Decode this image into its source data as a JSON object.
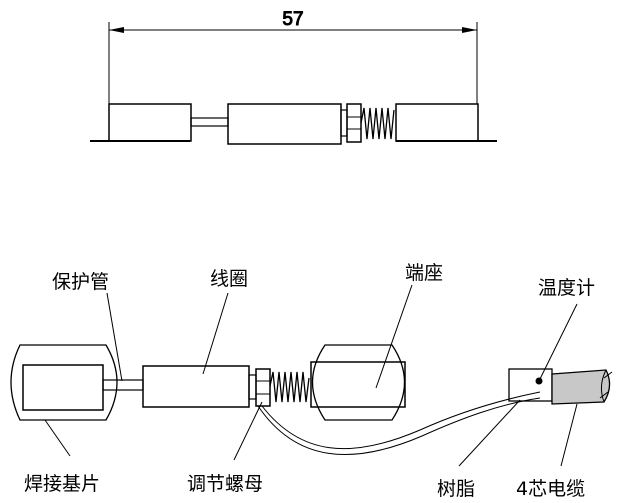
{
  "dimension": {
    "value": "57"
  },
  "labels": {
    "protective_tube": "保护管",
    "coil": "线圈",
    "terminal_seat": "端座",
    "thermometer": "温度计",
    "welding_base": "焊接基片",
    "adjusting_nut": "调节螺母",
    "resin": "树脂",
    "cable": "4芯电缆"
  },
  "colors": {
    "line": "#000000",
    "cable_fill": "#c8c8c8",
    "background": "#ffffff"
  }
}
